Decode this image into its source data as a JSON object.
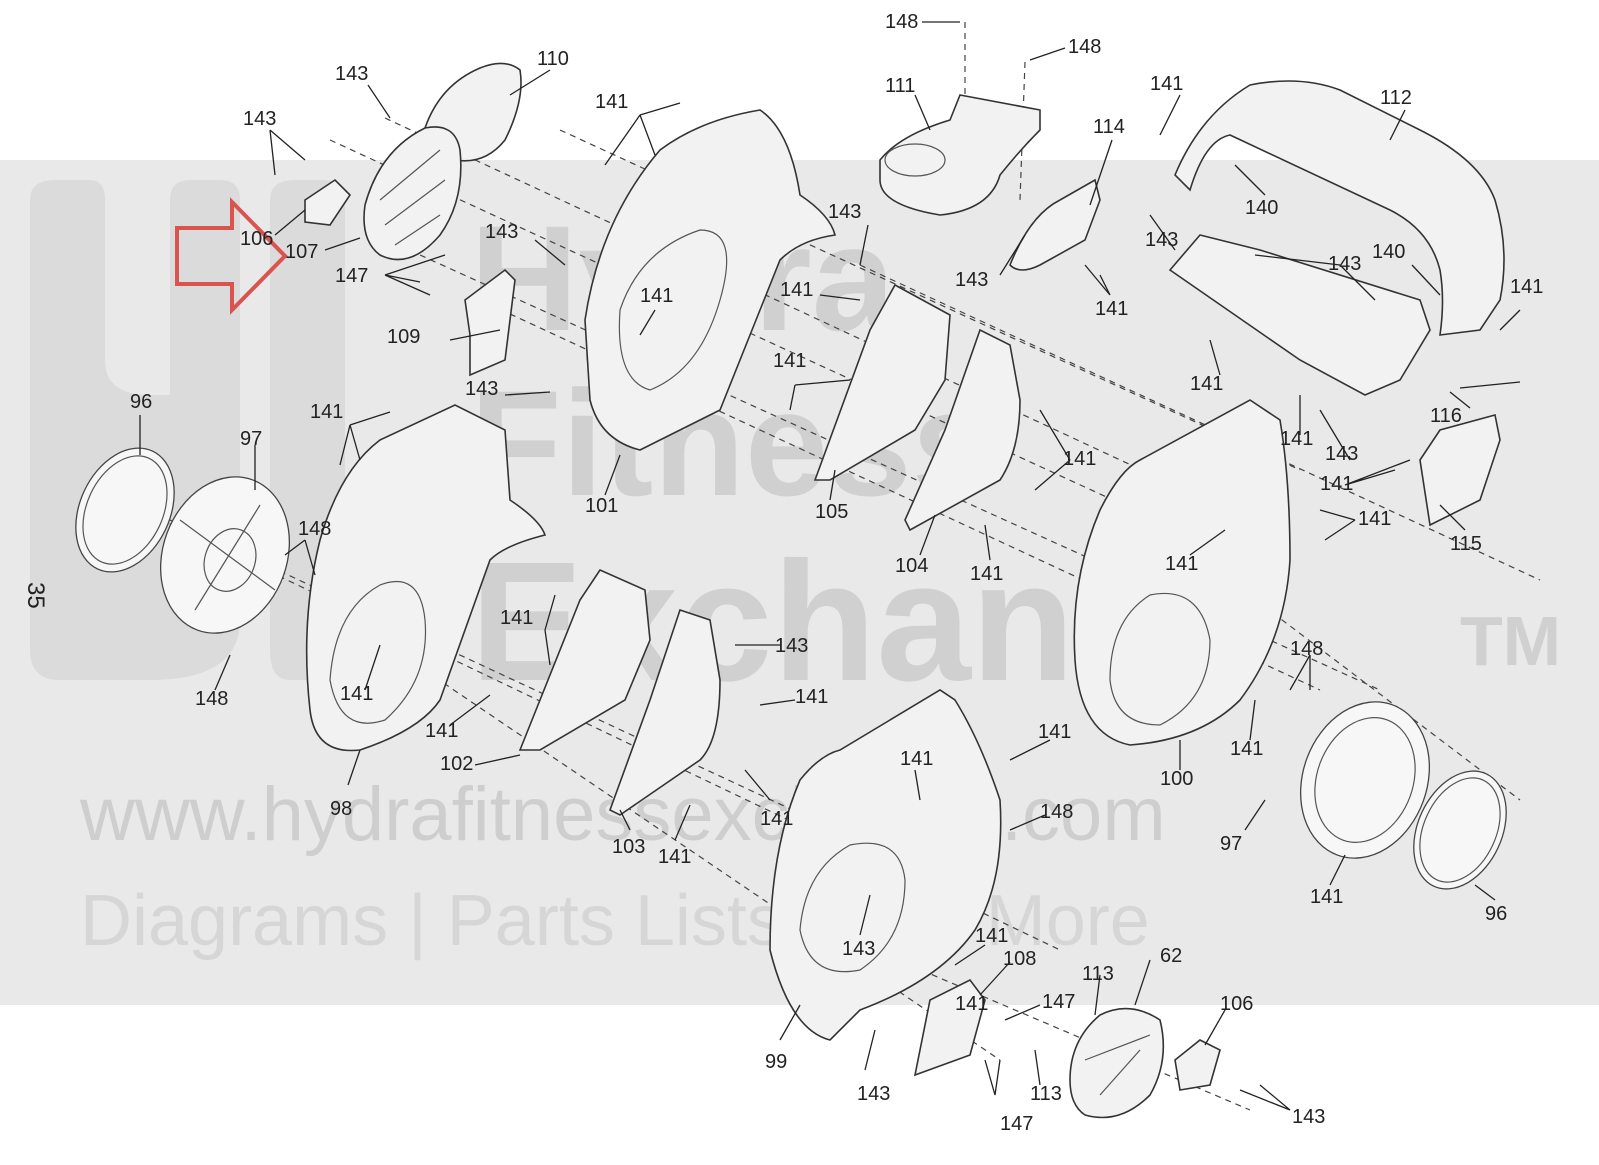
{
  "page_number": "35",
  "watermark": {
    "brand_line1": "Hydra",
    "brand_line2": "Fitness",
    "brand_line3": "Exchange",
    "trademark": "TM",
    "url": "www.hydrafitnessexchange.com",
    "tagline": "Diagrams | Parts Lists | And More"
  },
  "colors": {
    "arrow": "#d9534f",
    "line": "#222222",
    "watermark": "#bdbdbd"
  },
  "callouts": [
    "148",
    "148",
    "143",
    "110",
    "111",
    "141",
    "112",
    "143",
    "114",
    "141",
    "106",
    "107",
    "143",
    "147",
    "143",
    "140",
    "143",
    "143",
    "143",
    "140",
    "141",
    "141",
    "109",
    "141",
    "141",
    "143",
    "141",
    "96",
    "97",
    "141",
    "116",
    "141",
    "141",
    "101",
    "143",
    "148",
    "105",
    "141",
    "141",
    "104",
    "141",
    "115",
    "141",
    "141",
    "143",
    "148",
    "141",
    "141",
    "141",
    "141",
    "148",
    "102",
    "141",
    "100",
    "98",
    "141",
    "141",
    "103",
    "141",
    "141",
    "148",
    "97",
    "141",
    "96",
    "143",
    "141",
    "108",
    "113",
    "62",
    "147",
    "106",
    "99",
    "143",
    "113",
    "147",
    "143",
    "141"
  ]
}
